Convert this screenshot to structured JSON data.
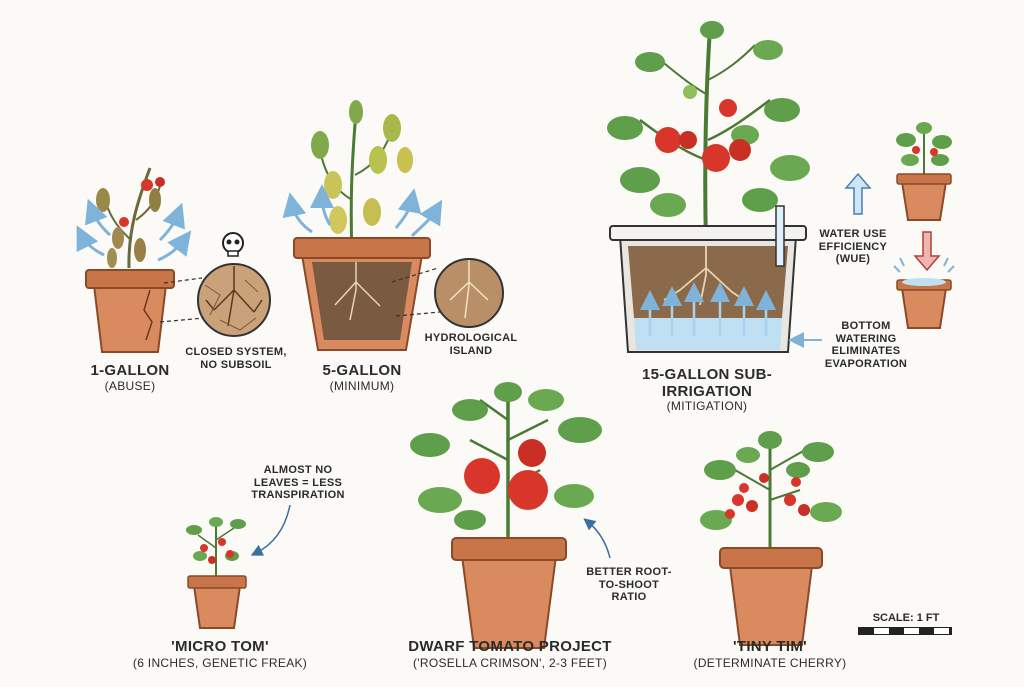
{
  "plants": [
    {
      "id": "one_gallon",
      "title": "1-GALLON",
      "subtitle": "(ABUSE)",
      "note": "CLOSED SYSTEM, NO SUBSOIL"
    },
    {
      "id": "five_gallon",
      "title": "5-GALLON",
      "subtitle": "(MINIMUM)",
      "note": "HYDROLOGICAL ISLAND"
    },
    {
      "id": "fifteen_gallon",
      "title": "15-GALLON SUB-IRRIGATION",
      "subtitle": "(MITIGATION)",
      "note": "BOTTOM WATERING ELIMINATES EVAPORATION"
    },
    {
      "id": "micro_tom",
      "title": "'MICRO TOM'",
      "subtitle": "(6 INCHES, GENETIC FREAK)",
      "note": "ALMOST NO LEAVES = LESS TRANSPIRATION"
    },
    {
      "id": "dwarf",
      "title": "DWARF TOMATO PROJECT",
      "subtitle": "('ROSELLA CRIMSON', 2-3 FEET)",
      "note": "BETTER ROOT-TO-SHOOT RATIO"
    },
    {
      "id": "tiny_tim",
      "title": "'TINY TIM'",
      "subtitle": "(DETERMINATE CHERRY)",
      "note": ""
    }
  ],
  "wue_label": "WATER USE EFFICIENCY (WUE)",
  "scale_label": "SCALE: 1 FT",
  "colors": {
    "pot": "#d98a5f",
    "pot_rim": "#c9754a",
    "leaf": "#5f9e4a",
    "leaf_dark": "#3f7a33",
    "tomato": "#d9362b",
    "soil": "#7a5a40",
    "water": "#bfe0f2",
    "arrow": "#8fbfe0"
  }
}
